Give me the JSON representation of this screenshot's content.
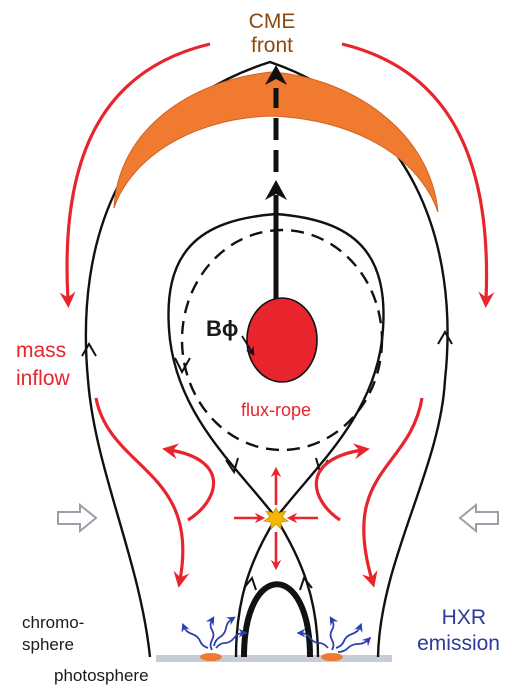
{
  "labels": {
    "cme_front": [
      "CME",
      "front"
    ],
    "b_phi": "Bϕ",
    "mass_inflow": [
      "mass",
      "inflow"
    ],
    "flux_rope": "flux-rope",
    "chromosphere": [
      "chromo-",
      "sphere"
    ],
    "hxr_emission": [
      "HXR",
      "emission"
    ],
    "photosphere": "photosphere"
  },
  "colors": {
    "field_line": "#111111",
    "inflow_arrow": "#e8242c",
    "cme_front_fill": "#f07b30",
    "flux_rope_fill": "#e8242c",
    "hxr_wave": "#2e3fb0",
    "footpoint": "#f07b30",
    "photosphere": "#c8ccd6",
    "reconnection_point": "#f5b800",
    "pressure_arrow": "#9aa0a8"
  },
  "icons": {
    "reconnection": "starburst-icon",
    "pressure": "hollow-arrow-icon",
    "hxr": "wavy-arrow-icon"
  }
}
